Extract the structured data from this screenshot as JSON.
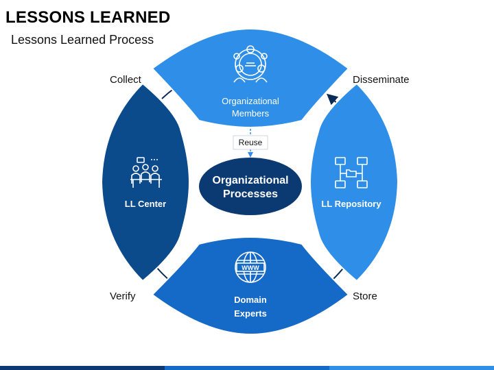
{
  "header": {
    "title": "LESSONS LEARNED",
    "subtitle": "Lessons Learned Process"
  },
  "steps": {
    "collect": "Collect",
    "disseminate": "Disseminate",
    "verify": "Verify",
    "store": "Store",
    "reuse": "Reuse"
  },
  "segments": {
    "top": {
      "line1": "Organizational",
      "line2": "Members",
      "icon": "team-gear-icon",
      "color": "#2f8fe8"
    },
    "left": {
      "line1": "LL Center",
      "icon": "meeting-icon",
      "color": "#0b4a8b"
    },
    "right": {
      "line1": "LL Repository",
      "icon": "network-folder-icon",
      "color": "#2f8fe8"
    },
    "bottom": {
      "line1": "Domain",
      "line2": "Experts",
      "icon": "www-globe-icon",
      "color": "#1569c7"
    }
  },
  "center": {
    "line1": "Organizational",
    "line2": "Processes",
    "color": "#0b3a73"
  },
  "colors": {
    "dark_blue": "#0b4a8b",
    "mid_blue": "#1569c7",
    "light_blue": "#2f8fe8",
    "navy": "#0b3a73"
  }
}
